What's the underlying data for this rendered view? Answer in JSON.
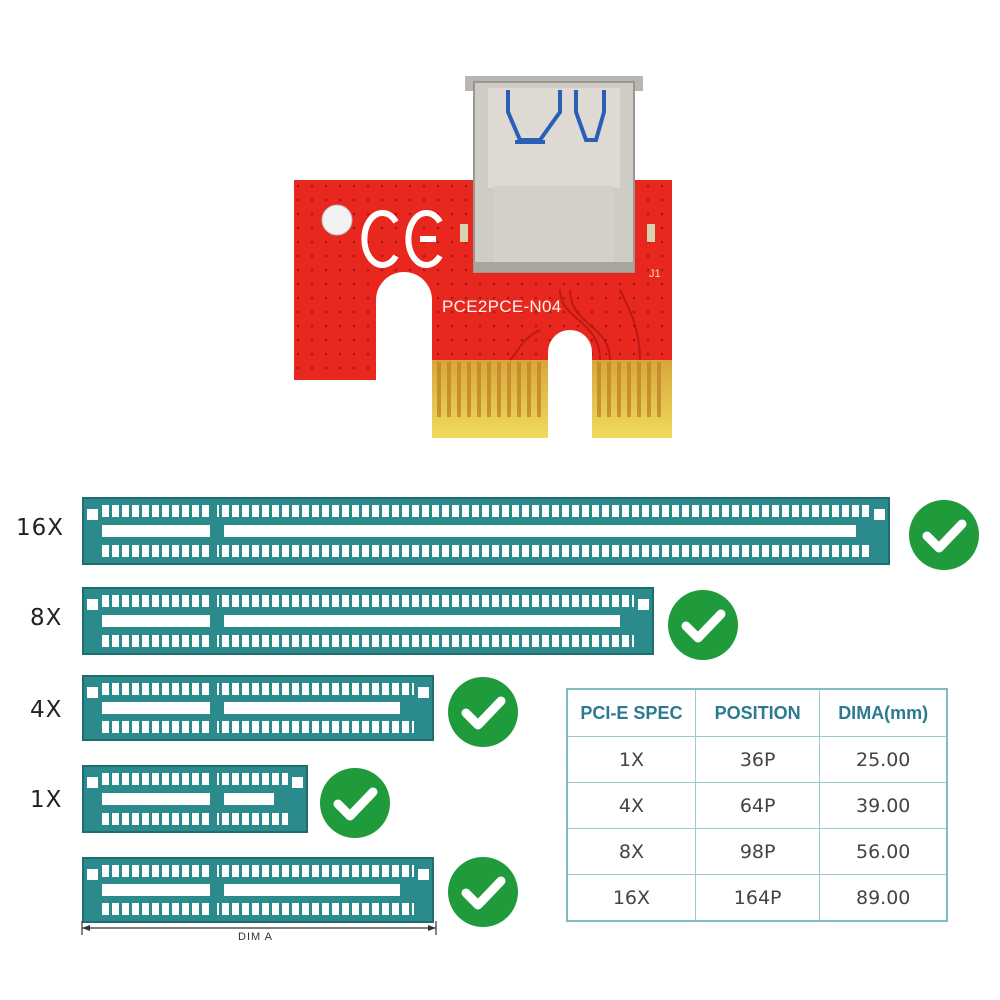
{
  "card": {
    "model_label": "PCE2PCE-N04",
    "connector_label": "J1",
    "ce_mark": "CE",
    "colors": {
      "pcb": "#e8271f",
      "gold": "#e0c23a",
      "usb_shell": "#c9c6c0",
      "usb_tongue": "#2a5fb8"
    }
  },
  "slots": [
    {
      "label": "16X",
      "check_icon": "check-circle-icon"
    },
    {
      "label": "8X",
      "check_icon": "check-circle-icon"
    },
    {
      "label": "4X",
      "check_icon": "check-circle-icon"
    },
    {
      "label": "1X",
      "check_icon": "check-circle-icon"
    },
    {
      "label": "",
      "check_icon": "check-circle-icon"
    }
  ],
  "dim_label": "DIM A",
  "table": {
    "headers": [
      "PCI-E SPEC",
      "POSITION",
      "DIMA(mm)"
    ],
    "rows": [
      [
        "1X",
        "36P",
        "25.00"
      ],
      [
        "4X",
        "64P",
        "39.00"
      ],
      [
        "8X",
        "98P",
        "56.00"
      ],
      [
        "16X",
        "164P",
        "89.00"
      ]
    ]
  },
  "colors": {
    "slot": "#2a8a8c",
    "check": "#1f9b3c",
    "header_text": "#2c7a8f"
  }
}
